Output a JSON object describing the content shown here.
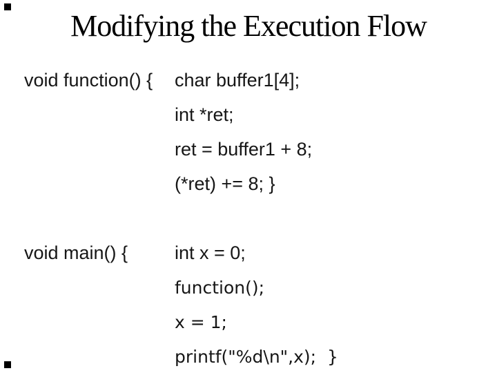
{
  "slide": {
    "title": "Modifying the Execution Flow",
    "decorations": {
      "corner_square_color": "#000000",
      "background_color": "#ffffff"
    },
    "code": {
      "function_block": {
        "declaration": "void function() {",
        "body": [
          "char buffer1[4];",
          "int *ret;",
          "ret = buffer1 + 8;",
          "(*ret) += 8; }"
        ]
      },
      "main_block": {
        "declaration": "void main() {",
        "body": [
          "int x = 0;",
          "function();",
          "x = 1;",
          "printf(\"%d\\n\",x);  }"
        ]
      }
    }
  }
}
